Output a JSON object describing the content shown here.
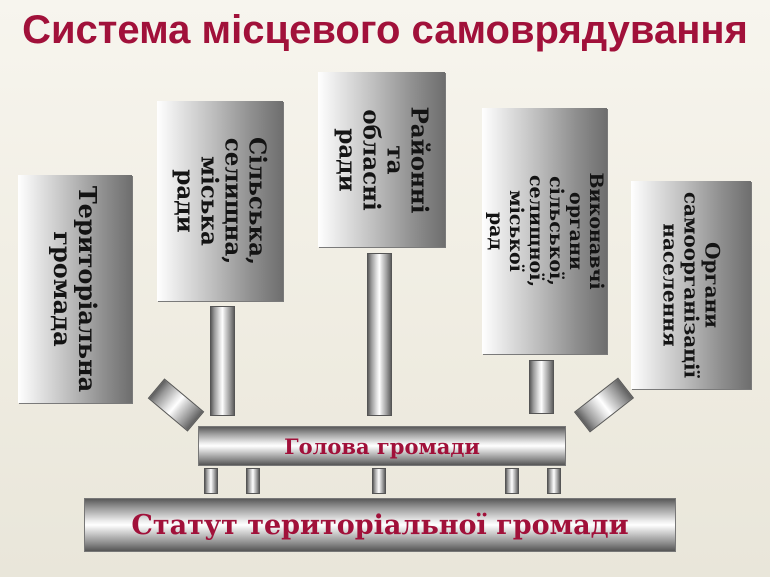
{
  "title": "Система місцевого самоврядування",
  "cards": [
    {
      "id": "territorial-community",
      "label": "Територіальна\nгромада"
    },
    {
      "id": "village-council",
      "label": "Сільська,\nселищна,\nміська ради"
    },
    {
      "id": "district-regional-council",
      "label": "Районні та\nобласні\nради"
    },
    {
      "id": "executive-bodies",
      "label": "Виконавчі органи\nсільської, селищної,\nміської рад"
    },
    {
      "id": "self-organization-bodies",
      "label": "Органи\nсамоорганізації\nнаселення"
    }
  ],
  "head": {
    "label": "Голова громади"
  },
  "statute": {
    "label": "Статут територіальної громади"
  },
  "colors": {
    "title": "#a1113a",
    "bar_text": "#a1113a",
    "card_text": "#141414"
  }
}
